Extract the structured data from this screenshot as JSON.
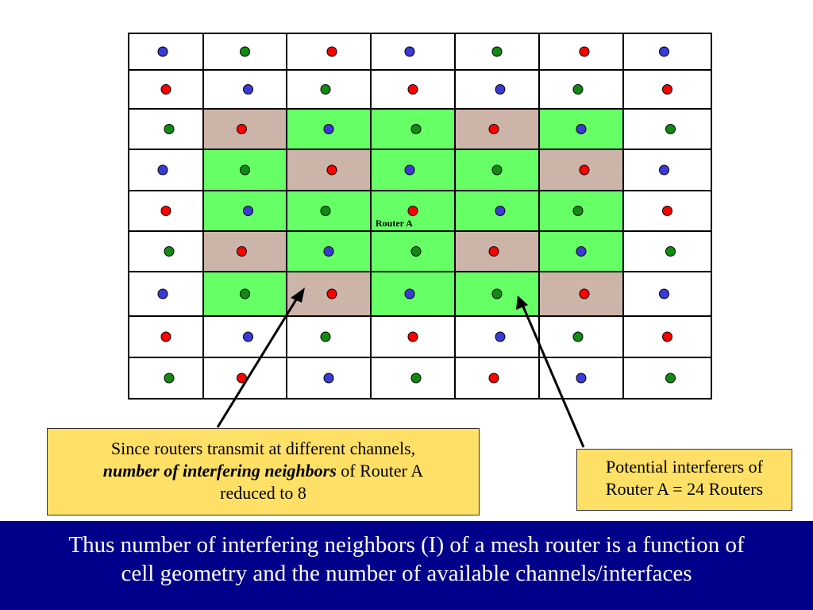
{
  "colors": {
    "red": "#ff0000",
    "green": "#118a11",
    "blue": "#3a3ad6",
    "active": "#66ff66",
    "interferer": "#cdb4a8",
    "callout": "#ffe066",
    "footer": "#00008b"
  },
  "grid": {
    "rows": [
      [
        "b",
        "g",
        "r",
        "b",
        "g",
        "r",
        "b"
      ],
      [
        "r",
        "b",
        "g",
        "r",
        "b",
        "g",
        "r"
      ],
      [
        "g",
        "r",
        "b",
        "g",
        "r",
        "b",
        "g"
      ],
      [
        "b",
        "g",
        "r",
        "b",
        "g",
        "r",
        "b"
      ],
      [
        "r",
        "b",
        "g",
        "r",
        "b",
        "g",
        "r"
      ],
      [
        "g",
        "r",
        "b",
        "g",
        "r",
        "b",
        "g"
      ],
      [
        "b",
        "g",
        "r",
        "b",
        "g",
        "r",
        "b"
      ],
      [
        "r",
        "b",
        "g",
        "r",
        "b",
        "g",
        "r"
      ],
      [
        "g",
        "r",
        "b",
        "g",
        "r",
        "b",
        "g"
      ]
    ],
    "shading": [
      [
        "w",
        "w",
        "w",
        "w",
        "w",
        "w",
        "w"
      ],
      [
        "w",
        "w",
        "w",
        "w",
        "w",
        "w",
        "w"
      ],
      [
        "w",
        "t",
        "g",
        "g",
        "t",
        "g",
        "w"
      ],
      [
        "w",
        "g",
        "t",
        "g",
        "g",
        "t",
        "w"
      ],
      [
        "w",
        "g",
        "g",
        "g",
        "g",
        "g",
        "w"
      ],
      [
        "w",
        "t",
        "g",
        "g",
        "t",
        "g",
        "w"
      ],
      [
        "w",
        "g",
        "t",
        "g",
        "g",
        "t",
        "w"
      ],
      [
        "w",
        "w",
        "w",
        "w",
        "w",
        "w",
        "w"
      ],
      [
        "w",
        "w",
        "w",
        "w",
        "w",
        "w",
        "w"
      ]
    ]
  },
  "router_label": "Router A",
  "callout_left": {
    "line1": "Since routers transmit at different channels,",
    "emphasis": "number of interfering neighbors",
    "line2_rest": " of Router A",
    "line3": "reduced to 8"
  },
  "callout_right": {
    "line1": "Potential interferers of",
    "line2": "Router A = 24 Routers"
  },
  "footer": {
    "line1": "Thus number of interfering neighbors (I) of a mesh router is a function of",
    "line2": "cell geometry and the number of available channels/interfaces"
  }
}
